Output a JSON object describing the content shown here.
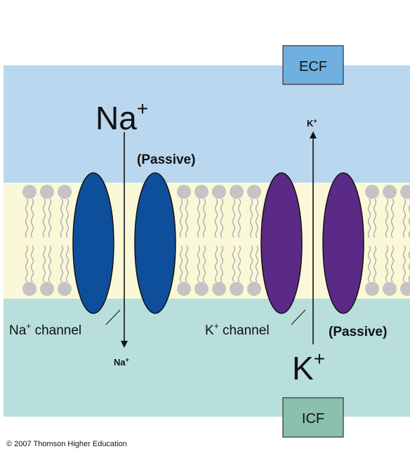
{
  "regions": {
    "ecf_label": "ECF",
    "icf_label": "ICF"
  },
  "sodium": {
    "ion_top": "Na",
    "ion_top_sup": "+",
    "ion_bottom": "Na",
    "ion_bottom_sup": "+",
    "transport_label": "(Passive)",
    "channel_ion": "Na",
    "channel_sup": "+",
    "channel_word": " channel",
    "channel_color": "#0e4f9c"
  },
  "potassium": {
    "ion_top": "K",
    "ion_top_sup": "+",
    "ion_bottom": "K",
    "ion_bottom_sup": "+",
    "transport_label": "(Passive)",
    "channel_ion": "K",
    "channel_sup": "+",
    "channel_word": " channel",
    "channel_color": "#5b2a86"
  },
  "colors": {
    "ecf": "#b9d7ee",
    "icf": "#b8dfdb",
    "membrane": "#fbf8d8",
    "ecf_box": "#6fb0e0",
    "icf_box": "#8bbfae",
    "lipid_head": "#c4c4c4"
  },
  "copyright": "© 2007 Thomson Higher Education"
}
